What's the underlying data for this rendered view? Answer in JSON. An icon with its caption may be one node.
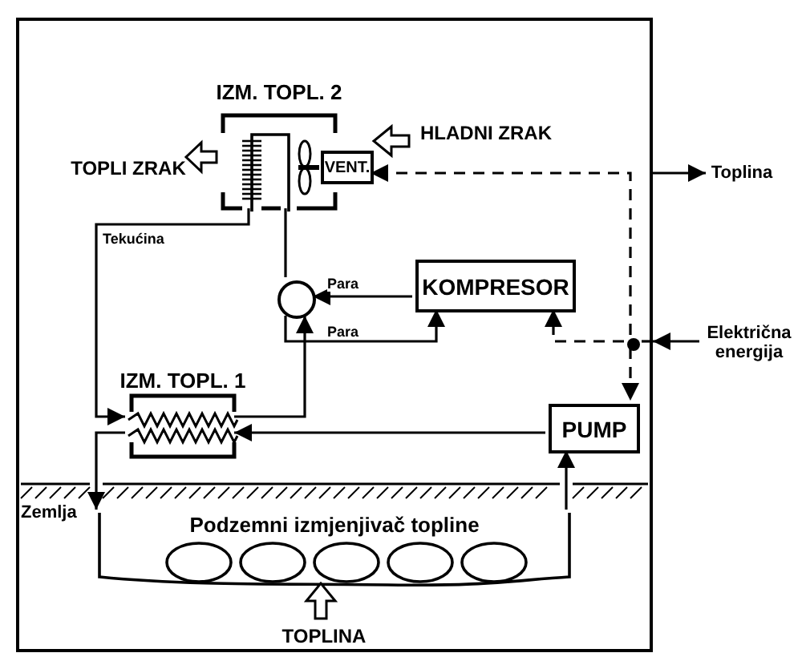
{
  "diagram": {
    "nodes": [
      {
        "text": [],
        "shape": "box"
      },
      {
        "text": [
          "IZM. TOPL. 2"
        ],
        "in": 0
      },
      {
        "text": [
          "VENT."
        ],
        "in": 0
      },
      {
        "text": [
          "HLADNI ZRAK"
        ],
        "in": 0
      },
      {
        "text": [
          "TOPLI ZRAK"
        ],
        "in": 0
      },
      {
        "text": [
          "Toplina"
        ]
      },
      {
        "text": [
          "KOMPRESOR"
        ],
        "in": 0
      },
      {
        "text": [],
        "shape": "circle",
        "in": 0
      },
      {
        "text": [],
        "shape": "circle",
        "in": 0
      },
      {
        "text": [
          "Električna energija"
        ]
      },
      {
        "text": [
          "IZM. TOPL. 1"
        ],
        "in": 0
      },
      {
        "text": [
          "PUMP"
        ],
        "in": 0
      },
      {
        "text": [
          "Podzemni izmjenjivač topline"
        ],
        "in": 0
      },
      {
        "text": [
          "TOPLINA"
        ],
        "in": 0
      }
    ],
    "edges": [
      {
        "from": 6,
        "to": 7,
        "arrow": "to",
        "label": "Para"
      },
      {
        "from": 7,
        "to": 6,
        "arrow": "to",
        "label": "Para"
      },
      {
        "from": 7,
        "to": 1,
        "arrow": "none"
      },
      {
        "from": 1,
        "to": 10,
        "arrow": "to",
        "label": "Tekućina"
      },
      {
        "from": 10,
        "to": 7,
        "arrow": "to"
      },
      {
        "from": 11,
        "to": 10,
        "arrow": "to"
      },
      {
        "from": 10,
        "to": 12,
        "arrow": "to"
      },
      {
        "from": 12,
        "to": 11,
        "arrow": "to"
      },
      {
        "from": 9,
        "to": 0,
        "arrow": "to"
      },
      {
        "from": 0,
        "to": 8,
        "arrow": "none",
        "style": "dashed"
      },
      {
        "from": 8,
        "to": 6,
        "arrow": "to",
        "style": "dashed"
      },
      {
        "from": 8,
        "to": 11,
        "arrow": "to",
        "style": "dashed"
      },
      {
        "from": 8,
        "to": 2,
        "arrow": "to",
        "style": "dashed"
      },
      {
        "from": 0,
        "to": 5,
        "arrow": "to"
      },
      {
        "from": 1,
        "to": 4,
        "arrow": "to"
      },
      {
        "from": 3,
        "to": 1,
        "arrow": "to"
      },
      {
        "from": 13,
        "to": 12,
        "arrow": "to"
      }
    ],
    "labels": [
      "Zemlja"
    ]
  }
}
